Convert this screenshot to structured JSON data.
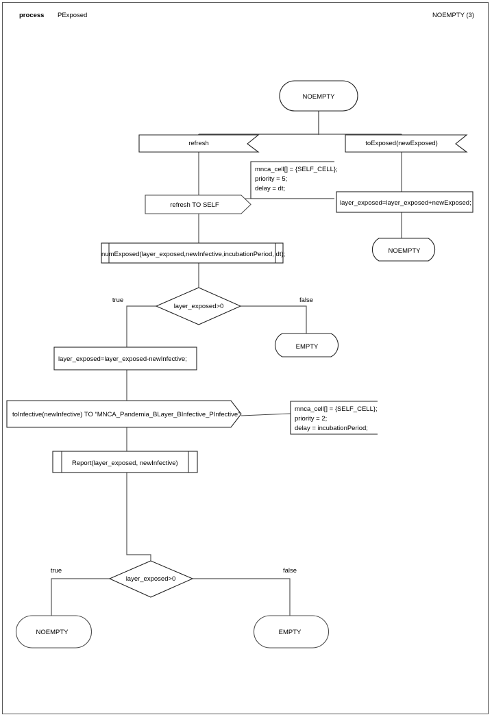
{
  "header": {
    "kind_label": "process",
    "process_name": "PExposed",
    "page_label": "NOEMPTY (3)"
  },
  "diagram": {
    "type": "sdl-process-flowchart",
    "nodes": [
      {
        "id": "state_start",
        "kind": "state",
        "label": "NOEMPTY"
      },
      {
        "id": "input_refresh",
        "kind": "input",
        "label": "refresh"
      },
      {
        "id": "input_toexposed",
        "kind": "input",
        "label": "toExposed(newExposed)"
      },
      {
        "id": "out_refresh_self",
        "kind": "output",
        "label": "refresh TO SELF"
      },
      {
        "id": "comment_refresh",
        "kind": "comment",
        "lines": [
          "mnca_cell[] = {SELF_CELL};",
          "priority = 5;",
          "delay = dt;"
        ]
      },
      {
        "id": "task_add",
        "kind": "task",
        "label": "layer_exposed=layer_exposed+newExposed;"
      },
      {
        "id": "state_noempty_r",
        "kind": "state",
        "label": "NOEMPTY"
      },
      {
        "id": "proc_numexposed",
        "kind": "procedure",
        "label": "numExposed(layer_exposed,newInfective,incubationPeriod, dt);"
      },
      {
        "id": "dec_top",
        "kind": "decision",
        "label": "layer_exposed>0"
      },
      {
        "id": "dec_top_true",
        "kind": "branch",
        "label": "true"
      },
      {
        "id": "dec_top_false",
        "kind": "branch",
        "label": "false"
      },
      {
        "id": "state_empty_top",
        "kind": "state",
        "label": "EMPTY"
      },
      {
        "id": "task_sub",
        "kind": "task",
        "label": "layer_exposed=layer_exposed-newInfective;"
      },
      {
        "id": "out_toinfective",
        "kind": "output",
        "label": "toInfective(newInfective) TO “MNCA_Pandemia_BLayer_BInfective_PInfective”"
      },
      {
        "id": "comment_infect",
        "kind": "comment",
        "lines": [
          "mnca_cell[] = {SELF_CELL};",
          "priority = 2;",
          "delay = incubationPeriod;"
        ]
      },
      {
        "id": "proc_report",
        "kind": "procedure",
        "label": "Report(layer_exposed, newInfective)"
      },
      {
        "id": "dec_bottom",
        "kind": "decision",
        "label": "layer_exposed>0"
      },
      {
        "id": "dec_bot_true",
        "kind": "branch",
        "label": "true"
      },
      {
        "id": "dec_bot_false",
        "kind": "branch",
        "label": "false"
      },
      {
        "id": "state_noempty_b",
        "kind": "state",
        "label": "NOEMPTY"
      },
      {
        "id": "state_empty_b",
        "kind": "state",
        "label": "EMPTY"
      }
    ]
  },
  "labels": {
    "state_start": "NOEMPTY",
    "input_refresh": "refresh",
    "input_toexposed": "toExposed(newExposed)",
    "out_refresh_self": "refresh TO SELF",
    "comment_refresh_l1": "mnca_cell[] = {SELF_CELL};",
    "comment_refresh_l2": "priority = 5;",
    "comment_refresh_l3": "delay = dt;",
    "task_add": "layer_exposed=layer_exposed+newExposed;",
    "state_noempty_r": "NOEMPTY",
    "proc_numexposed": "numExposed(layer_exposed,newInfective,incubationPeriod, dt);",
    "dec_top": "layer_exposed>0",
    "dec_top_true": "true",
    "dec_top_false": "false",
    "state_empty_top": "EMPTY",
    "task_sub": "layer_exposed=layer_exposed-newInfective;",
    "out_toinfective": "toInfective(newInfective) TO “MNCA_Pandemia_BLayer_BInfective_PInfective”",
    "comment_infect_l1": "mnca_cell[] = {SELF_CELL};",
    "comment_infect_l2": "priority = 2;",
    "comment_infect_l3": "delay = incubationPeriod;",
    "proc_report": "Report(layer_exposed, newInfective)",
    "dec_bottom": "layer_exposed>0",
    "dec_bot_true": "true",
    "dec_bot_false": "false",
    "state_noempty_b": "NOEMPTY",
    "state_empty_b": "EMPTY"
  },
  "colors": {
    "background": "#ffffff",
    "shape_stroke": "#4d4d4d",
    "shape_stroke_dark": "#222222",
    "connector": "#555555",
    "text": "#000000",
    "frame": "#555555"
  }
}
